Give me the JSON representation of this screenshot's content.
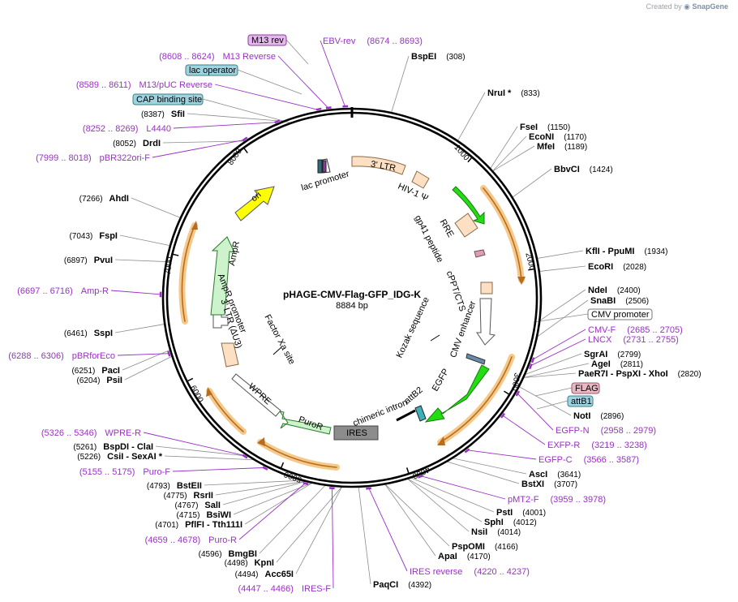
{
  "credit": {
    "prefix": "Created by",
    "brand": "SnapGene"
  },
  "plasmid": {
    "name": "pHAGE-CMV-Flag-GFP_IDG-K",
    "size": "8884 bp"
  },
  "ticks": [
    "1000",
    "2000",
    "3000",
    "4000",
    "5000",
    "6000",
    "7000",
    "8000"
  ],
  "enzymes": [
    {
      "name": "BspEI",
      "pos": "(308)"
    },
    {
      "name": "NruI *",
      "pos": "(833)"
    },
    {
      "name": "FseI",
      "pos": "(1150)"
    },
    {
      "name": "EcoNI",
      "pos": "(1170)"
    },
    {
      "name": "MfeI",
      "pos": "(1189)"
    },
    {
      "name": "BbvCI",
      "pos": "(1424)"
    },
    {
      "name": "KflI - PpuMI",
      "pos": "(1934)"
    },
    {
      "name": "EcoRI",
      "pos": "(2028)"
    },
    {
      "name": "NdeI",
      "pos": "(2400)"
    },
    {
      "name": "SnaBI",
      "pos": "(2506)"
    },
    {
      "name": "SgrAI",
      "pos": "(2799)"
    },
    {
      "name": "AgeI",
      "pos": "(2811)"
    },
    {
      "name": "PaeR7I - PspXI - XhoI",
      "pos": "(2820)"
    },
    {
      "name": "NotI",
      "pos": "(2896)"
    },
    {
      "name": "AscI",
      "pos": "(3641)"
    },
    {
      "name": "BstXI",
      "pos": "(3707)"
    },
    {
      "name": "PstI",
      "pos": "(4001)"
    },
    {
      "name": "SphI",
      "pos": "(4012)"
    },
    {
      "name": "NsiI",
      "pos": "(4014)"
    },
    {
      "name": "PspOMI",
      "pos": "(4166)"
    },
    {
      "name": "ApaI",
      "pos": "(4170)"
    },
    {
      "name": "PaqCI",
      "pos": "(4392)"
    },
    {
      "name": "Acc65I",
      "pos": "(4494)"
    },
    {
      "name": "KpnI",
      "pos": "(4498)"
    },
    {
      "name": "BmgBI",
      "pos": "(4596)"
    },
    {
      "name": "PflFI - Tth111I",
      "pos": "(4701)"
    },
    {
      "name": "BsiWI",
      "pos": "(4715)"
    },
    {
      "name": "SalI",
      "pos": "(4767)"
    },
    {
      "name": "RsrII",
      "pos": "(4775)"
    },
    {
      "name": "BstEII",
      "pos": "(4793)"
    },
    {
      "name": "CsiI - SexAI *",
      "pos": "(5226)"
    },
    {
      "name": "BspDI - ClaI",
      "pos": "(5261)"
    },
    {
      "name": "PsiI",
      "pos": "(6204)"
    },
    {
      "name": "PacI",
      "pos": "(6251)"
    },
    {
      "name": "SspI",
      "pos": "(6461)"
    },
    {
      "name": "PvuI",
      "pos": "(6897)"
    },
    {
      "name": "FspI",
      "pos": "(7043)"
    },
    {
      "name": "AhdI",
      "pos": "(7266)"
    },
    {
      "name": "DrdI",
      "pos": "(8052)"
    },
    {
      "name": "SfiI",
      "pos": "(8387)"
    }
  ],
  "primers": [
    {
      "name": "EBV-rev",
      "pos": "(8674 .. 8693)"
    },
    {
      "name": "M13 Reverse",
      "pos": "(8608 .. 8624)"
    },
    {
      "name": "M13/pUC Reverse",
      "pos": "(8589 .. 8611)"
    },
    {
      "name": "L4440",
      "pos": "(8252 .. 8269)"
    },
    {
      "name": "pBR322ori-F",
      "pos": "(7999 .. 8018)"
    },
    {
      "name": "Amp-R",
      "pos": "(6697 .. 6716)"
    },
    {
      "name": "pBRforEco",
      "pos": "(6288 .. 6306)"
    },
    {
      "name": "WPRE-R",
      "pos": "(5326 .. 5346)"
    },
    {
      "name": "Puro-F",
      "pos": "(5155 .. 5175)"
    },
    {
      "name": "Puro-R",
      "pos": "(4659 .. 4678)"
    },
    {
      "name": "IRES-F",
      "pos": "(4447 .. 4466)"
    },
    {
      "name": "IRES reverse",
      "pos": "(4220 .. 4237)"
    },
    {
      "name": "pMT2-F",
      "pos": "(3959 .. 3978)"
    },
    {
      "name": "EGFP-C",
      "pos": "(3566 .. 3587)"
    },
    {
      "name": "EXFP-R",
      "pos": "(3219 .. 3238)"
    },
    {
      "name": "EGFP-N",
      "pos": "(2958 .. 2979)"
    },
    {
      "name": "CMV-F",
      "pos": "(2685 .. 2705)"
    },
    {
      "name": "LNCX",
      "pos": "(2731 .. 2755)"
    }
  ],
  "boxes": [
    {
      "label": "M13 rev",
      "fill": "#e4b8ec",
      "stroke": "#8a3b9a",
      "text": "#000000"
    },
    {
      "label": "lac operator",
      "fill": "#9fd3df",
      "stroke": "#3d7d8a",
      "text": "#000000"
    },
    {
      "label": "CAP binding site",
      "fill": "#9fd3df",
      "stroke": "#3d7d8a",
      "text": "#000000"
    },
    {
      "label": "CMV promoter",
      "fill": "#ffffff",
      "stroke": "#777777",
      "text": "#000000"
    },
    {
      "label": "FLAG",
      "fill": "#e7b8c4",
      "stroke": "#9a5a6a",
      "text": "#000000"
    },
    {
      "label": "attB1",
      "fill": "#9fd3df",
      "stroke": "#3d7d8a",
      "text": "#000000"
    }
  ],
  "features": [
    {
      "label": "3' LTR"
    },
    {
      "label": "HIV-1 Ψ"
    },
    {
      "label": "RRE"
    },
    {
      "label": "gp41 peptide"
    },
    {
      "label": "cPPT/CTS"
    },
    {
      "label": "CMV enhancer"
    },
    {
      "label": "Kozak sequence"
    },
    {
      "label": "EGFP"
    },
    {
      "label": "attB2"
    },
    {
      "label": "chimeric intron"
    },
    {
      "label": "IRES"
    },
    {
      "label": "PuroR"
    },
    {
      "label": "WPRE"
    },
    {
      "label": "3' LTR (ΔU3)"
    },
    {
      "label": "Factor Xa site"
    },
    {
      "label": "AmpR promoter"
    },
    {
      "label": "AmpR"
    },
    {
      "label": "ori"
    },
    {
      "label": "lac promoter"
    }
  ],
  "colors": {
    "primer": "#9b2fc9",
    "backbone": "#000000",
    "ltr": "#fde0c4",
    "egfp": "#22dd11",
    "ampr": "#ccf3cc",
    "ori": "#ffff00",
    "orf_arc": "#e8a050",
    "ires": "#8c8c8c"
  }
}
